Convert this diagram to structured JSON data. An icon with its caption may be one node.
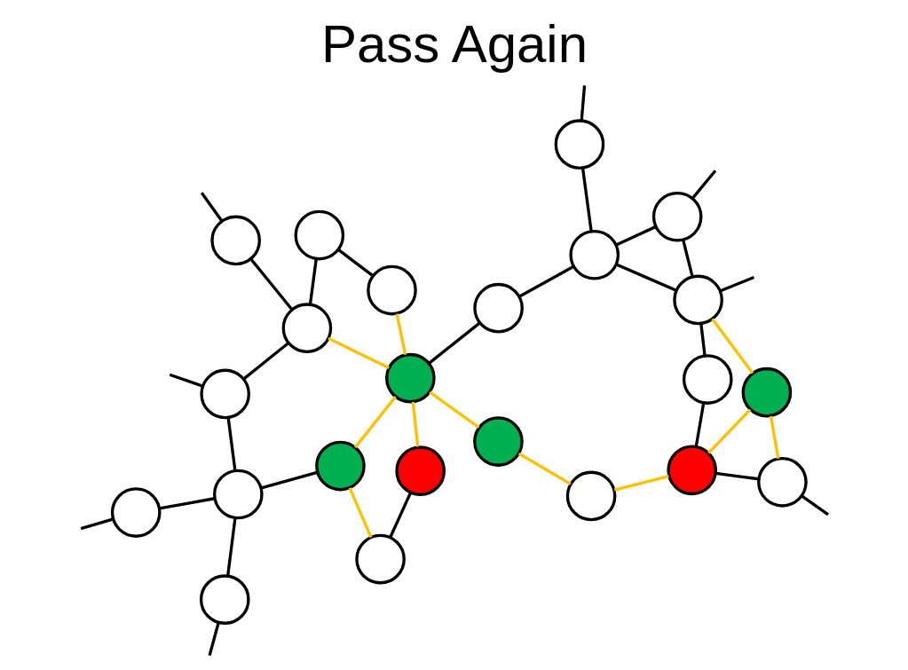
{
  "diagram": {
    "title": "Pass Again",
    "nodes": [
      {
        "text": [],
        "shape": "circle"
      },
      {
        "text": [],
        "shape": "circle"
      },
      {
        "text": [],
        "shape": "circle"
      },
      {
        "text": [],
        "shape": "circle"
      },
      {
        "text": [],
        "shape": "circle"
      },
      {
        "text": [],
        "shape": "circle"
      },
      {
        "text": [],
        "shape": "circle"
      },
      {
        "text": [],
        "shape": "circle"
      },
      {
        "text": [],
        "shape": "circle"
      },
      {
        "text": [],
        "shape": "circle"
      },
      {
        "text": [],
        "shape": "circle"
      },
      {
        "text": [],
        "shape": "circle"
      },
      {
        "text": [],
        "shape": "circle"
      },
      {
        "text": [],
        "shape": "circle"
      },
      {
        "text": [],
        "shape": "circle"
      },
      {
        "text": [],
        "shape": "circle"
      },
      {
        "text": [],
        "shape": "circle"
      },
      {
        "text": [],
        "shape": "circle"
      },
      {
        "text": [],
        "shape": "circle"
      },
      {
        "text": [],
        "shape": "circle"
      },
      {
        "text": [],
        "shape": "circle"
      },
      {
        "text": [],
        "shape": "circle"
      },
      {
        "text": [],
        "shape": "circle"
      }
    ],
    "edges": [
      {
        "from": 0,
        "to": null,
        "arrow": "none"
      },
      {
        "from": 0,
        "to": 1,
        "arrow": "none"
      },
      {
        "from": 0,
        "to": 2,
        "arrow": "none",
        "color": "#ffc000"
      },
      {
        "from": 2,
        "to": 1,
        "arrow": "none",
        "color": "#ffc000"
      },
      {
        "from": 1,
        "to": 6,
        "arrow": "none"
      },
      {
        "from": 1,
        "to": 4,
        "arrow": "none",
        "color": "#ffc000"
      },
      {
        "from": 2,
        "to": 12,
        "arrow": "none",
        "color": "#ffc000"
      },
      {
        "from": 4,
        "to": 8,
        "arrow": "none",
        "color": "#ffc000"
      },
      {
        "from": 8,
        "to": 10,
        "arrow": "none",
        "color": "#ffc000"
      },
      {
        "from": 6,
        "to": 12,
        "arrow": "none"
      },
      {
        "from": 3,
        "to": 7,
        "arrow": "none"
      },
      {
        "from": 3,
        "to": 9,
        "arrow": "none"
      },
      {
        "from": 5,
        "to": null,
        "arrow": "none"
      },
      {
        "from": 9,
        "to": 5,
        "arrow": "none"
      },
      {
        "from": 10,
        "to": 7,
        "arrow": "none",
        "color": "#ffc000"
      },
      {
        "from": 10,
        "to": 9,
        "arrow": "none",
        "color": "#ffc000"
      },
      {
        "from": 9,
        "to": 11,
        "arrow": "none"
      },
      {
        "from": 11,
        "to": null,
        "arrow": "none"
      },
      {
        "from": 12,
        "to": null,
        "arrow": "none"
      },
      {
        "from": 12,
        "to": 16,
        "arrow": "none"
      },
      {
        "from": 12,
        "to": 18,
        "arrow": "none"
      },
      {
        "from": 16,
        "to": 13,
        "arrow": "none"
      },
      {
        "from": 13,
        "to": 10,
        "arrow": "none"
      },
      {
        "from": 10,
        "to": 14,
        "arrow": "none",
        "color": "#ffc000"
      },
      {
        "from": 10,
        "to": 17,
        "arrow": "none",
        "color": "#ffc000"
      },
      {
        "from": 11,
        "to": 15,
        "arrow": "none"
      },
      {
        "from": 14,
        "to": 15,
        "arrow": "none"
      },
      {
        "from": 14,
        "to": 20,
        "arrow": "none",
        "color": "#ffc000"
      },
      {
        "from": 15,
        "to": 19,
        "arrow": "none"
      },
      {
        "from": 15,
        "to": 21,
        "arrow": "none"
      },
      {
        "from": 16,
        "to": 18,
        "arrow": "none"
      },
      {
        "from": 16,
        "to": 22,
        "arrow": "none"
      },
      {
        "from": 17,
        "to": 20,
        "arrow": "none"
      },
      {
        "from": 18,
        "to": null,
        "arrow": "none"
      },
      {
        "from": 19,
        "to": null,
        "arrow": "none"
      },
      {
        "from": 21,
        "to": null,
        "arrow": "none"
      },
      {
        "from": 22,
        "to": null,
        "arrow": "none"
      }
    ]
  }
}
